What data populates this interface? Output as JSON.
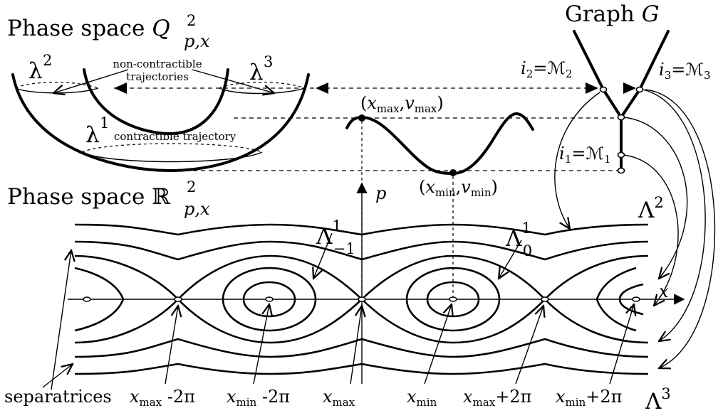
{
  "titles": {
    "phase_space_q_prefix": "Phase space ",
    "phase_space_q_symbol": "Q",
    "phase_space_q_sup": "2",
    "phase_space_q_sub": "p,x",
    "phase_space_r_prefix": "Phase space ",
    "phase_space_r_symbol": "ℝ",
    "phase_space_r_sup": "2",
    "phase_space_r_sub": "p,x",
    "graph_prefix": "Graph ",
    "graph_symbol": "G"
  },
  "cylinder": {
    "lambda2": "λ",
    "lambda2_sup": "2",
    "lambda3": "λ",
    "lambda3_sup": "3",
    "lambda1": "λ",
    "lambda1_sup": "1",
    "noncontractible_line1": "non-contractible",
    "noncontractible_line2": "trajectories",
    "contractible": "contractible trajectory"
  },
  "potential": {
    "max_label_open": "(",
    "max_label_x": "x",
    "max_label_xsub": "max",
    "max_label_comma": ",",
    "max_label_v": "v",
    "max_label_vsub": "max",
    "max_label_close": ")",
    "min_label_open": "(",
    "min_label_x": "x",
    "min_label_xsub": "min",
    "min_label_comma": ",",
    "min_label_v": "v",
    "min_label_vsub": "min",
    "min_label_close": ")"
  },
  "graph": {
    "i2": "i",
    "i2_sub": "2",
    "i2_eq": "=",
    "i2_m": "ℳ",
    "i2_msub": "2",
    "i3": "i",
    "i3_sub": "3",
    "i3_eq": "=",
    "i3_m": "ℳ",
    "i3_msub": "3",
    "i1": "i",
    "i1_sub": "1",
    "i1_eq": "=",
    "i1_m": "ℳ",
    "i1_msub": "1"
  },
  "plane": {
    "p_axis": "p",
    "x_axis": "x",
    "Lambda_m1": "Λ",
    "Lambda_m1_sup": "1",
    "Lambda_m1_sub": "−1",
    "Lambda_0": "Λ",
    "Lambda_0_sup": "1",
    "Lambda_0_sub": "0",
    "Lambda2": "Λ",
    "Lambda2_sup": "2",
    "Lambda3": "Λ",
    "Lambda3_sup": "3",
    "separatrices": "separatrices"
  },
  "bottom_labels": [
    {
      "x": "x",
      "sub": "max",
      "rest": " -2π"
    },
    {
      "x": "x",
      "sub": "min",
      "rest": " -2π"
    },
    {
      "x": "x",
      "sub": "max",
      "rest": ""
    },
    {
      "x": "x",
      "sub": "min",
      "rest": ""
    },
    {
      "x": "x",
      "sub": "max",
      "rest": "+2π"
    },
    {
      "x": "x",
      "sub": "min",
      "rest": "+2π"
    }
  ]
}
